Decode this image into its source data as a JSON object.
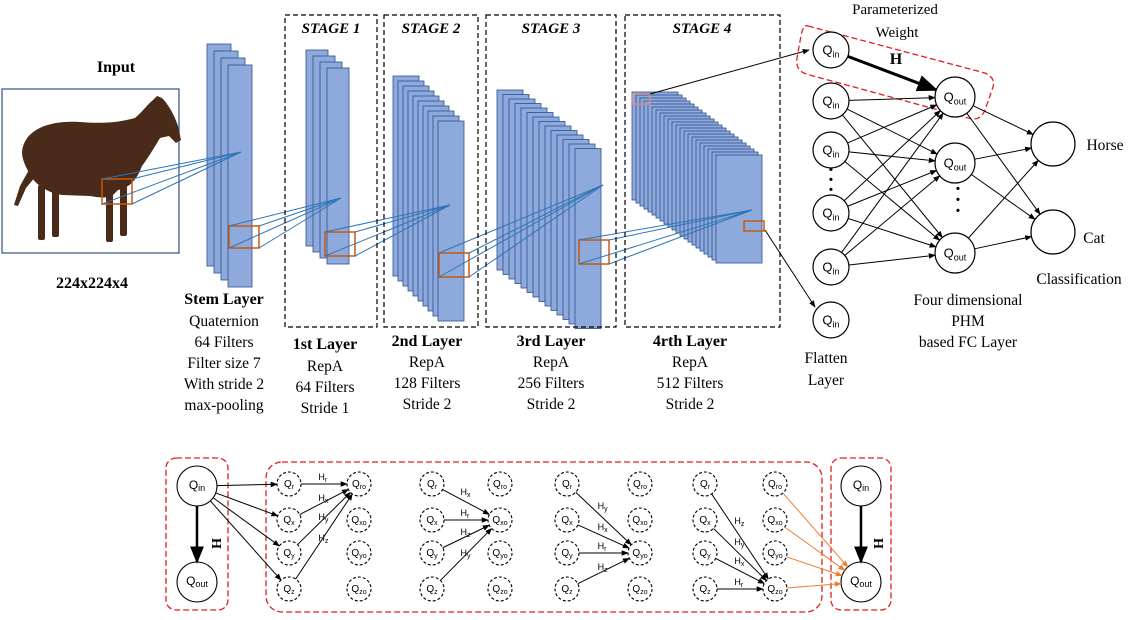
{
  "input": {
    "title": "Input",
    "size": "224x224x4"
  },
  "stages": [
    "STAGE 1",
    "STAGE 2",
    "STAGE 3",
    "STAGE 4"
  ],
  "layers": [
    {
      "title": "Stem Layer",
      "lines": [
        "Quaternion",
        "64 Filters",
        "Filter size 7",
        "With stride 2",
        "max-pooling"
      ]
    },
    {
      "title": "1st Layer",
      "lines": [
        "RepA",
        "64 Filters",
        "Stride 1"
      ]
    },
    {
      "title": "2nd Layer",
      "lines": [
        "RepA",
        "128 Filters",
        "Stride 2"
      ]
    },
    {
      "title": "3rd Layer",
      "lines": [
        "RepA",
        "256 Filters",
        "Stride 2"
      ]
    },
    {
      "title": "4rth Layer",
      "lines": [
        "RepA",
        "512 Filters",
        "Stride 2"
      ]
    }
  ],
  "fc": {
    "param_label_1": "Parameterized",
    "param_label_2": "Weight",
    "h_label": "H",
    "node_main": "Q",
    "sub_in": "in",
    "sub_out": "out",
    "dots": "·",
    "flatten_1": "Flatten",
    "flatten_2": "Layer",
    "fc_label": [
      "Four dimensional",
      "PHM",
      "based FC Layer"
    ],
    "outputs": [
      "Horse",
      "Cat"
    ],
    "classification": "Classification"
  },
  "bottom": {
    "h_label": "H",
    "node_main": "Q",
    "in_labels": [
      "r",
      "x",
      "y",
      "z"
    ],
    "out_labels": [
      "ro",
      "xo",
      "yo",
      "zo"
    ],
    "groups": [
      {
        "weights": [
          "Hr",
          "Hx",
          "Hy",
          "Hz"
        ]
      },
      {
        "weights": [
          "Hx",
          "Hr",
          "Hz",
          "Hy"
        ]
      },
      {
        "weights": [
          "Hy",
          "Hx",
          "Hr",
          "Hz"
        ]
      },
      {
        "weights": [
          "Hz",
          "Hy",
          "Hx",
          "Hr"
        ]
      }
    ]
  },
  "colors": {
    "filter_fill": "#8ea9db",
    "filter_stroke": "#2f4f8f",
    "patch": "#c55a11",
    "conv_line": "#2e75b6",
    "dashed_red": "#e02020",
    "orange_arrow": "#ed7d31",
    "horse_body": "#4a2a18"
  }
}
